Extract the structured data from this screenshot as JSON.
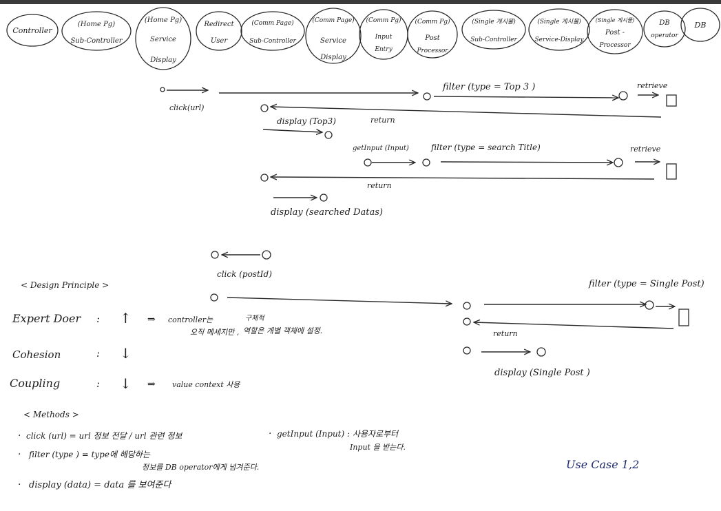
{
  "lifelines": [
    {
      "lines": [
        "Controller"
      ]
    },
    {
      "lines": [
        "(Home Pg)",
        "Sub-Controller"
      ]
    },
    {
      "lines": [
        "(Home Pg)",
        "Service",
        "Display"
      ]
    },
    {
      "lines": [
        "Redirect",
        "User"
      ]
    },
    {
      "lines": [
        "(Comm Page)",
        "Sub-Controller"
      ]
    },
    {
      "lines": [
        "(Comm Page)",
        "Service",
        "Display"
      ]
    },
    {
      "lines": [
        "(Comm Pg)",
        "Input",
        "Entry"
      ]
    },
    {
      "lines": [
        "(Comm Pg)",
        "Post",
        "Processor"
      ]
    },
    {
      "lines": [
        "(Single 게시물)",
        "Sub-Controller"
      ]
    },
    {
      "lines": [
        "(Single 게시물)",
        "Service-Display"
      ]
    },
    {
      "lines": [
        "(Single 게시물)",
        "Post -",
        "Processor"
      ]
    },
    {
      "lines": [
        "DB",
        "operator"
      ]
    },
    {
      "lines": [
        "DB"
      ]
    }
  ],
  "messages": {
    "click_url": "click(url)",
    "filter_top3": "filter (type = Top 3 )",
    "retrieve_1": "retrieve",
    "display_top3": "display (Top3)",
    "return_1": "return",
    "get_input": "getInput (Input)",
    "filter_search": "filter (type = search Title)",
    "retrieve_2": "retrieve",
    "return_2": "return",
    "display_searched": "display (searched Datas)",
    "click_post": "click (postId)",
    "filter_single": "filter (type = Single Post)",
    "return_3": "return",
    "display_single": "display (Single Post )"
  },
  "principles": {
    "title": "< Design Principle >",
    "rows": [
      {
        "name": "Expert Doer",
        "colon": ":",
        "arrow": "↑",
        "note_arrow": "⇒",
        "note": [
          "controller는",
          "오직 메세지만 ,"
        ],
        "extra": [
          "구체적",
          "역할은 개별 객체에 설정."
        ]
      },
      {
        "name": "Cohesion",
        "colon": ":",
        "arrow": "↓"
      },
      {
        "name": "Coupling",
        "colon": ":",
        "arrow": "↓",
        "note_arrow": "⇒",
        "note": [
          "value context 사용"
        ]
      }
    ]
  },
  "methods": {
    "title": "< Methods >",
    "items": [
      {
        "bullet": "·",
        "lines": [
          "click (url) = url 정보 전달 / url 관련 정보"
        ]
      },
      {
        "bullet": "·",
        "lines": [
          "filter (type ) = type에 해당하는",
          "정보를 DB operator에게 넘겨준다."
        ]
      },
      {
        "bullet": "·",
        "lines": [
          "display (data) = data 를 보여준다"
        ]
      },
      {
        "bullet": "·",
        "lines": [
          "getInput (Input) : 사용자로부터",
          "Input 을 받는다."
        ]
      }
    ]
  },
  "use_case": "Use Case 1,2",
  "colors": {
    "ink": "#1d1d1d",
    "blue_ink": "#1e2a6e"
  }
}
